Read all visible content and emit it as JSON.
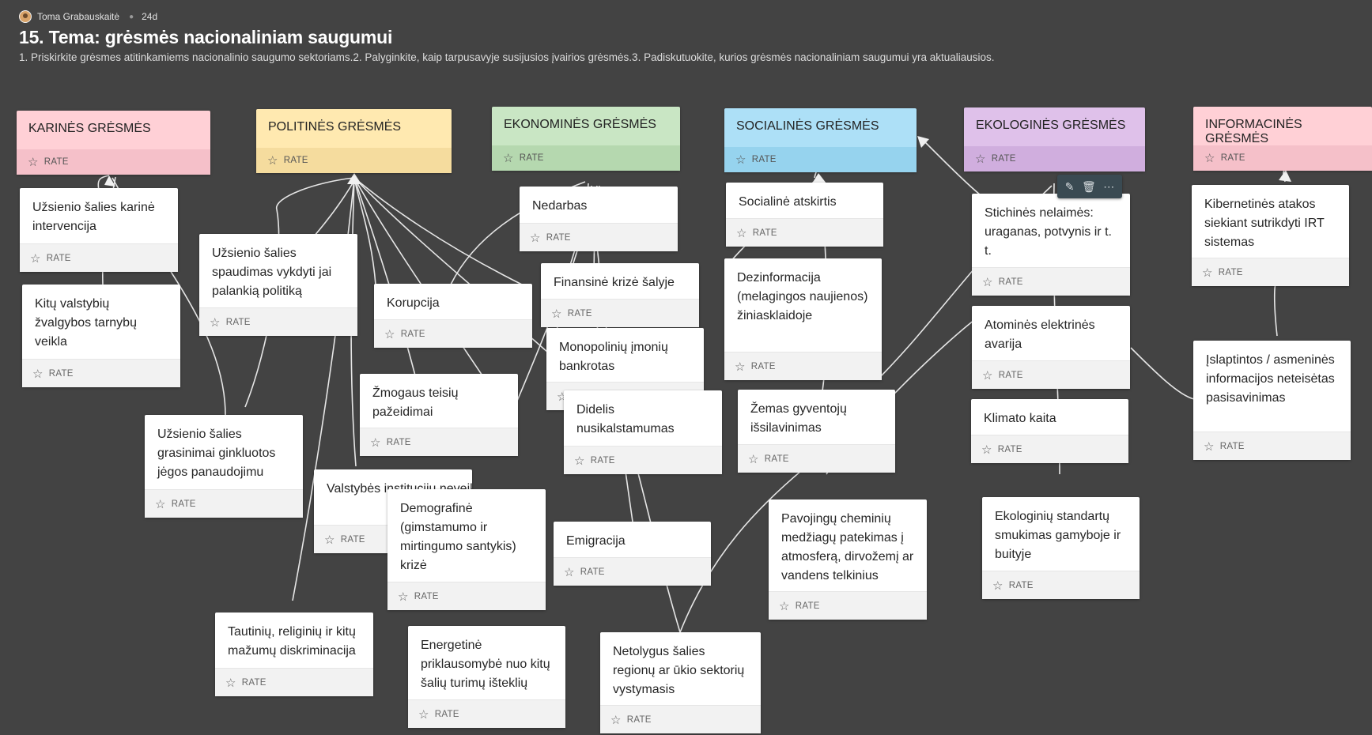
{
  "header": {
    "author": "Toma Grabauskaitė",
    "time_ago": "24d",
    "title": "15. Tema: grėsmės nacionaliniam saugumui",
    "description": "1. Priskirkite grėsmes atitinkamiems nacionalinio saugumo sektoriams.2. Palyginkite, kaip tarpusavyje susijusios įvairios grėsmės.3. Padiskutuokite, kurios grėsmės nacionaliniam saugumui yra aktualiausios."
  },
  "rate_label": "RATE",
  "colors": {
    "background": "#434343",
    "karines": "#ffd0d6",
    "politines": "#ffe9b0",
    "ekonomines": "#c9e6c4",
    "socialines": "#ade0f7",
    "ekologines": "#dfc1ea",
    "informacines": "#ffd0d6"
  },
  "columns": [
    {
      "id": "karines",
      "title": "KARINĖS GRĖSMĖS"
    },
    {
      "id": "politines",
      "title": "POLITINĖS GRĖSMĖS"
    },
    {
      "id": "ekonomines",
      "title": "EKONOMINĖS GRĖSMĖS"
    },
    {
      "id": "socialines",
      "title": "SOCIALINĖS GRĖSMĖS"
    },
    {
      "id": "ekologines",
      "title": "EKOLOGINĖS GRĖSMĖS"
    },
    {
      "id": "informacines",
      "title": "INFORMACINĖS GRĖSMĖS"
    }
  ],
  "cards": [
    {
      "text": "Užsienio šalies karinė intervencija"
    },
    {
      "text": "Kitų valstybių žvalgybos tarnybų veikla"
    },
    {
      "text": "Užsienio šalies grasinimai ginkluotos jėgos panaudojimu"
    },
    {
      "text": "Užsienio šalies spaudimas vykdyti jai palankią politiką"
    },
    {
      "text": "Korupcija"
    },
    {
      "text": "Žmogaus teisių pažeidimai"
    },
    {
      "text": "Valstybės institucijų neveiklumas"
    },
    {
      "text": "Tautinių, religinių ir kitų mažumų diskriminacija"
    },
    {
      "text": "Nedarbas"
    },
    {
      "text": "Finansinė krizė šalyje"
    },
    {
      "text": "Monopolinių įmonių bankrotas"
    },
    {
      "text": "Didelis nusikalstamumas"
    },
    {
      "text": "Demografinė (gimstamumo ir mirtingumo santykis) krizė"
    },
    {
      "text": "Emigracija"
    },
    {
      "text": "Energetinė priklausomybė nuo kitų šalių turimų išteklių"
    },
    {
      "text": "Netolygus šalies regionų ar ūkio sektorių vystymasis"
    },
    {
      "text": "Socialinė atskirtis"
    },
    {
      "text": "Dezinformacija (melagingos naujienos) žiniasklaidoje"
    },
    {
      "text": "Žemas gyventojų išsilavinimas"
    },
    {
      "text": "Pavojingų cheminių medžiagų patekimas į atmosferą, dirvožemį ar vandens telkinius"
    },
    {
      "text": "Stichinės nelaimės: uraganas, potvynis ir t. t."
    },
    {
      "text": "Atominės elektrinės avarija"
    },
    {
      "text": "Klimato kaita"
    },
    {
      "text": "Ekologinių standartų smukimas gamyboje ir buityje"
    },
    {
      "text": "Kibernetinės atakos siekiant sutrikdyti IRT sistemas"
    },
    {
      "text": "Įslaptintos / asmeninės informacijos neteisėtas pasisavinimas"
    }
  ],
  "toolbar": {
    "edit_icon": "pencil-icon",
    "delete_icon": "trash-icon",
    "more_icon": "more-icon"
  }
}
